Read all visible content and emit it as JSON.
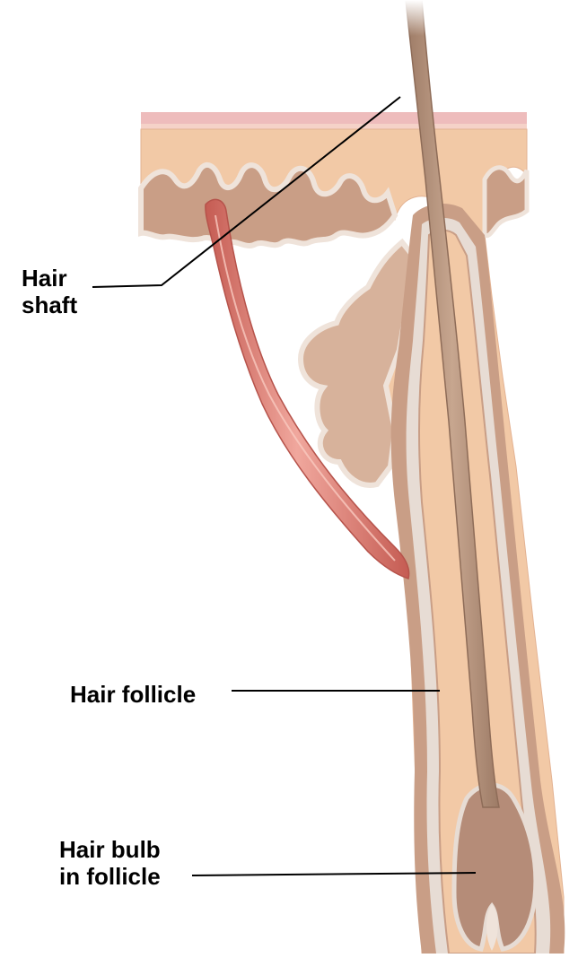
{
  "labels": {
    "hair_shaft": {
      "line1": "Hair",
      "line2": "shaft"
    },
    "hair_follicle": "Hair follicle",
    "hair_bulb": {
      "line1": "Hair bulb",
      "line2": "in follicle"
    }
  },
  "colors": {
    "epidermis_top": "#eebcbc",
    "dermis": "#f2c9a6",
    "follicle_sheath": "#e7dcd4",
    "follicle_wall": "#c99e86",
    "hair_shaft": "#b89680",
    "gland": "#d7b29b",
    "muscle": "#d9776d",
    "leader_line": "#000000"
  }
}
